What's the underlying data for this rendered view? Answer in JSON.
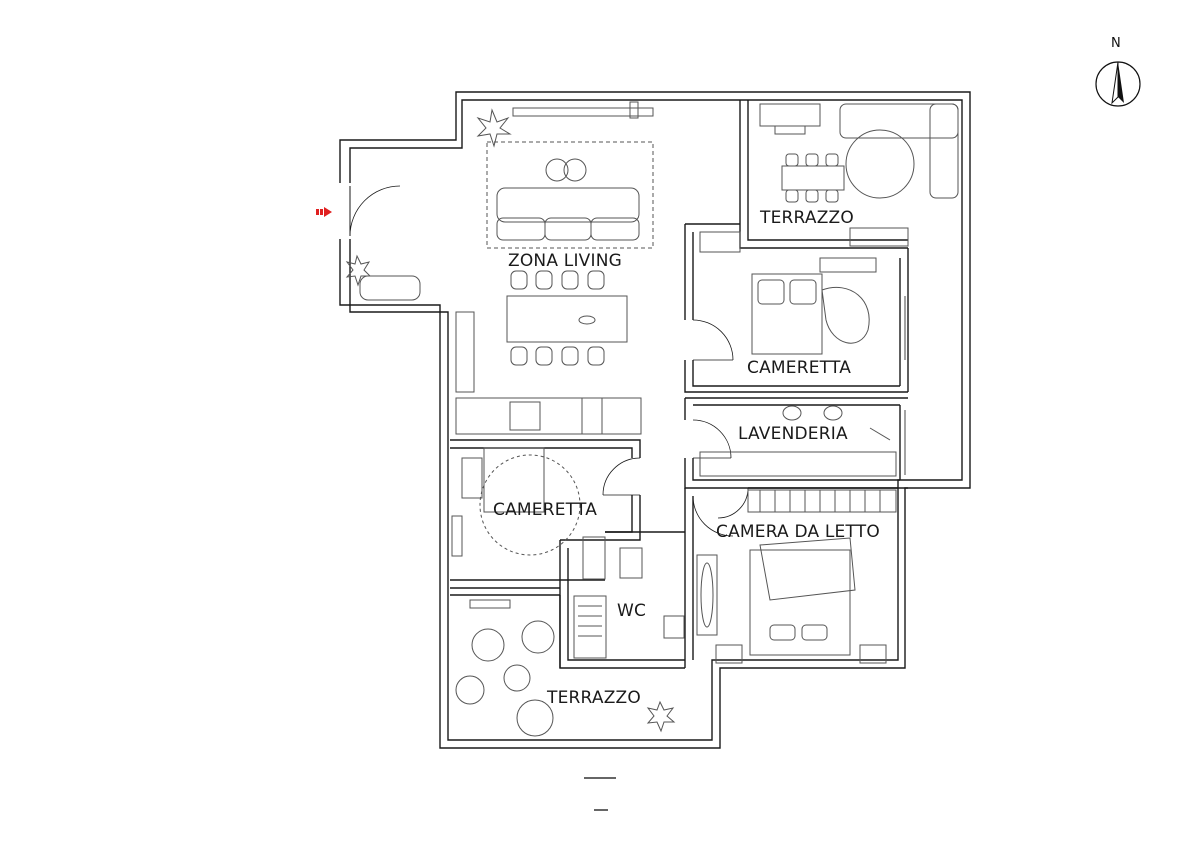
{
  "compass": {
    "north_label": "N",
    "icon": "compass-north-arrow-icon"
  },
  "entrance": {
    "icon": "entrance-arrow-icon",
    "color": "#e02020"
  },
  "rooms": {
    "zona_living": "ZONA LIVING",
    "terrazzo_top": "TERRAZZO",
    "cameretta_right": "CAMERETTA",
    "lavanderia": "LAVENDERIA",
    "cameretta_left": "CAMERETTA",
    "camera_da_letto": "CAMERA DA LETTO",
    "wc": "WC",
    "terrazzo_bottom": "TERRAZZO"
  },
  "colors": {
    "wall": "#1a1a1a",
    "furniture": "#555555",
    "accent": "#e02020"
  }
}
